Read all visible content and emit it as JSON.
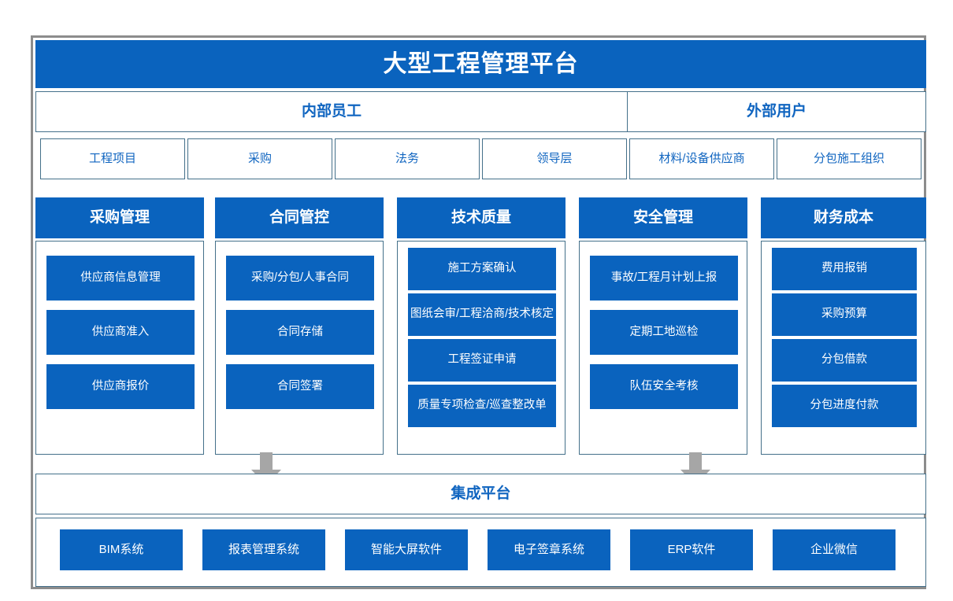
{
  "colors": {
    "brand_blue": "#0a63be",
    "border_steel": "#44708a",
    "frame_gray": "#8c8c8c",
    "arrow_gray": "#a6a6a6"
  },
  "header": {
    "title": "大型工程管理平台"
  },
  "audience": {
    "internal_label": "内部员工",
    "external_label": "外部用户",
    "internal_roles": [
      {
        "label": "工程项目"
      },
      {
        "label": "采购"
      },
      {
        "label": "法务"
      },
      {
        "label": "领导层"
      }
    ],
    "external_roles": [
      {
        "label": "材料/设备供应商"
      },
      {
        "label": "分包施工组织"
      }
    ]
  },
  "modules": [
    {
      "title": "采购管理",
      "items": [
        {
          "label": "供应商信息管理"
        },
        {
          "label": "供应商准入"
        },
        {
          "label": "供应商报价"
        }
      ]
    },
    {
      "title": "合同管控",
      "items": [
        {
          "label": "采购/分包/人事合同"
        },
        {
          "label": "合同存储"
        },
        {
          "label": "合同签署"
        }
      ]
    },
    {
      "title": "技术质量",
      "items": [
        {
          "label": "施工方案确认"
        },
        {
          "label": "图纸会审/工程洽商/技术核定"
        },
        {
          "label": "工程签证申请"
        },
        {
          "label": "质量专项检查/巡查整改单"
        }
      ]
    },
    {
      "title": "安全管理",
      "items": [
        {
          "label": "事故/工程月计划上报"
        },
        {
          "label": "定期工地巡检"
        },
        {
          "label": "队伍安全考核"
        }
      ]
    },
    {
      "title": "财务成本",
      "items": [
        {
          "label": "费用报销"
        },
        {
          "label": "采购预算"
        },
        {
          "label": "分包借款"
        },
        {
          "label": "分包进度付款"
        }
      ]
    }
  ],
  "flow": {
    "arrow_left_name": "down-arrow-icon",
    "arrow_right_name": "down-arrow-icon"
  },
  "integration": {
    "label": "集成平台",
    "systems": [
      {
        "label": "BIM系统"
      },
      {
        "label": "报表管理系统"
      },
      {
        "label": "智能大屏软件"
      },
      {
        "label": "电子签章系统"
      },
      {
        "label": "ERP软件"
      },
      {
        "label": "企业微信"
      }
    ]
  }
}
